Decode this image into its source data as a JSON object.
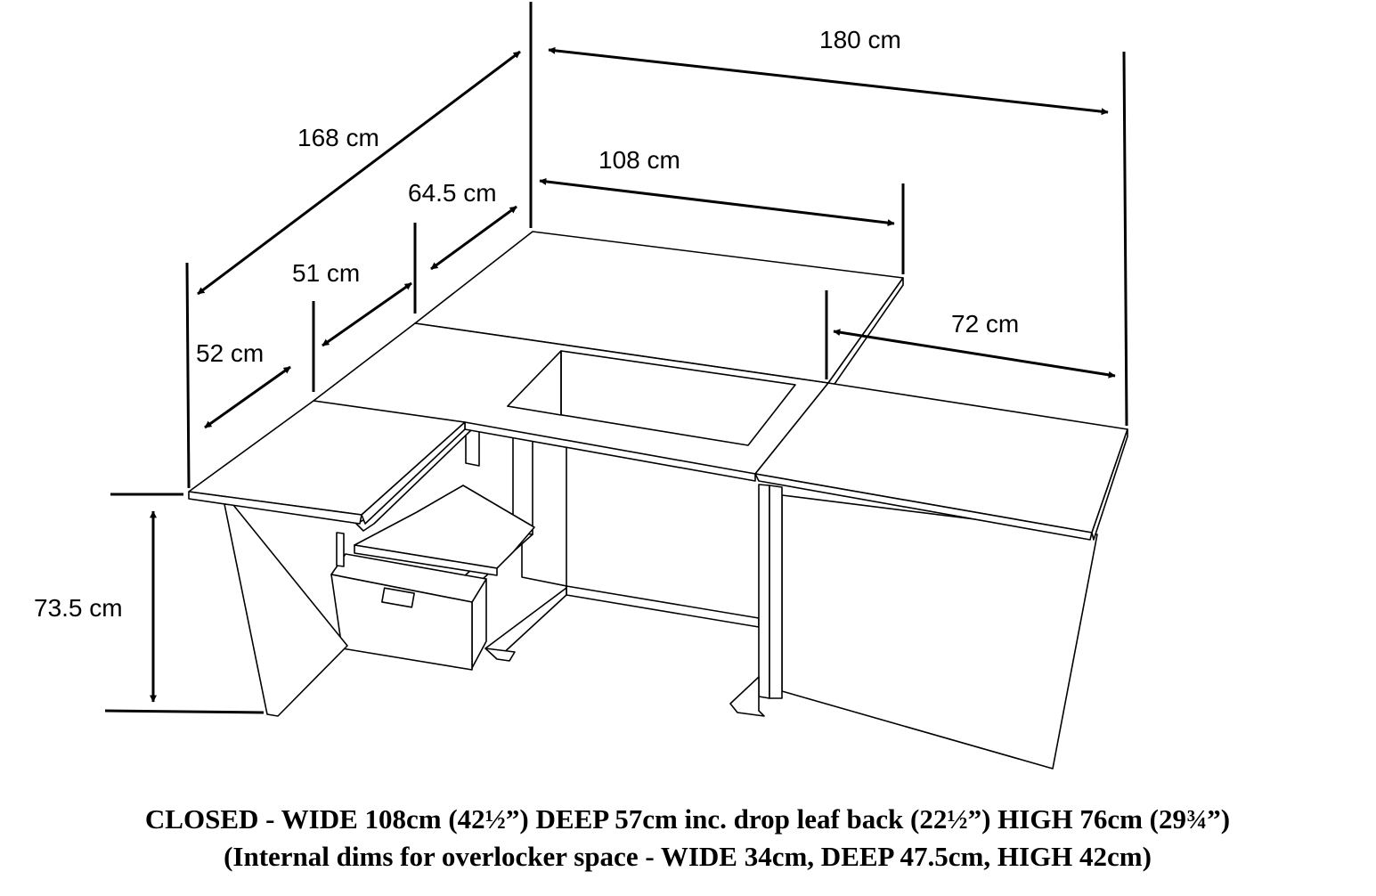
{
  "dimensions": {
    "width_open": "180 cm",
    "depth_open": "168 cm",
    "top_width": "108 cm",
    "right_leaf": "72 cm",
    "back_section": "64.5 cm",
    "middle_section": "51 cm",
    "front_section": "52 cm",
    "height": "73.5 cm"
  },
  "caption": {
    "line1": "CLOSED - WIDE 108cm (42½”) DEEP 57cm inc. drop leaf back (22½”)  HIGH 76cm  (29¾”)",
    "line2": "(Internal dims for overlocker space - WIDE 34cm, DEEP 47.5cm, HIGH 42cm)"
  },
  "colors": {
    "line": "#000000",
    "background": "#ffffff"
  }
}
